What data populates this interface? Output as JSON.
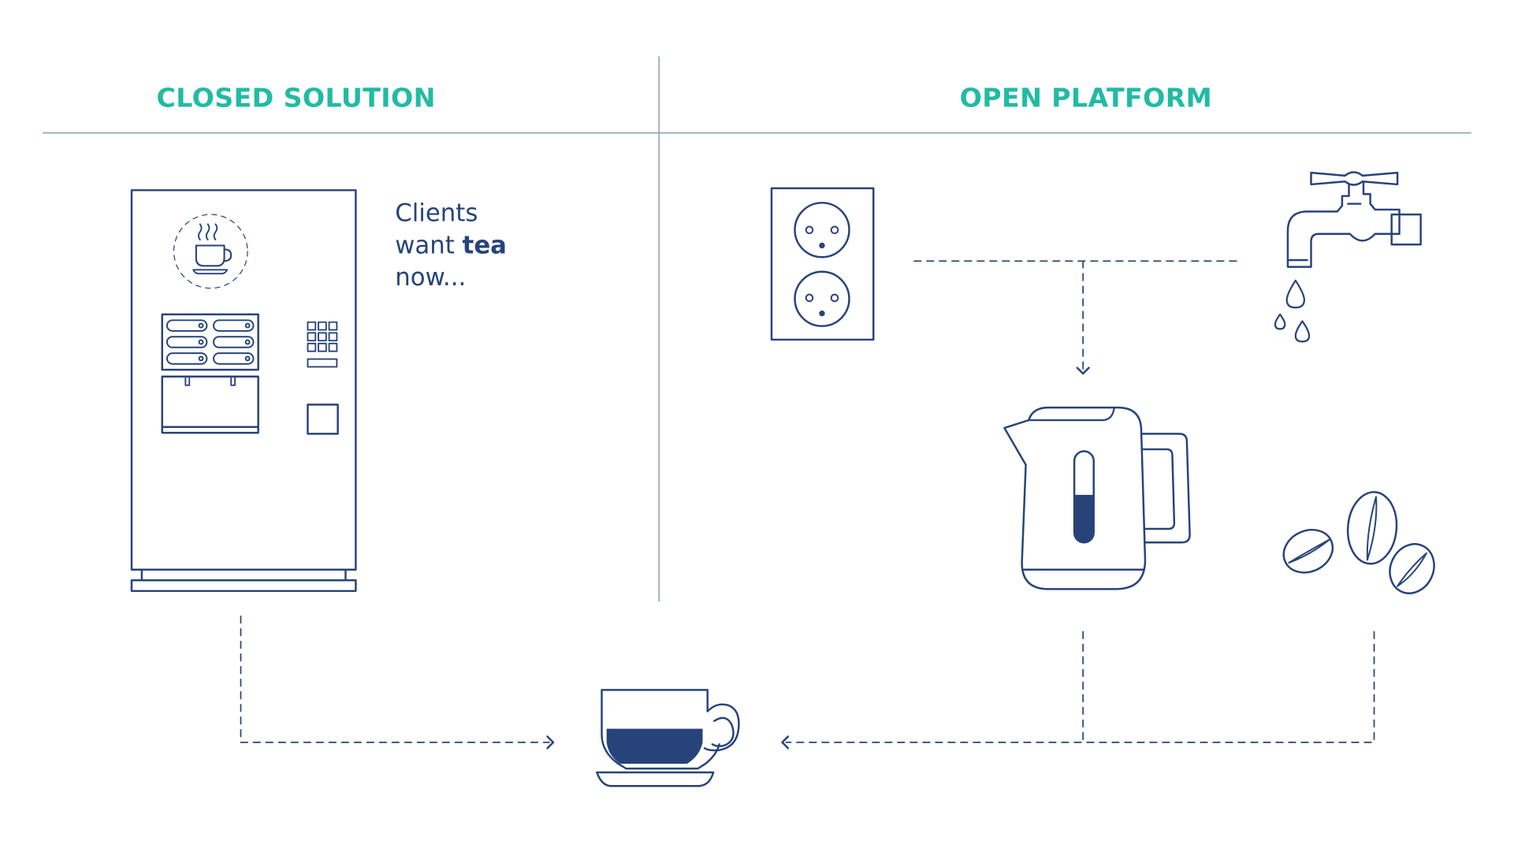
{
  "colors": {
    "accent": "#21bba3",
    "ink": "#27437a",
    "divider": "#8a9bb5",
    "background": "#ffffff"
  },
  "left_panel": {
    "title": "CLOSED SOLUTION",
    "caption": {
      "line1": "Clients",
      "line2_prefix": "want ",
      "line2_bold": "tea",
      "line3": "now..."
    },
    "items": [
      "vending-machine",
      "tea-cup-badge"
    ]
  },
  "right_panel": {
    "title": "OPEN PLATFORM",
    "items": [
      "power-socket",
      "water-tap",
      "electric-kettle",
      "coffee-beans"
    ]
  },
  "output": {
    "item": "coffee-cup"
  },
  "kettle": {
    "water_level_fraction": 0.55
  },
  "cup": {
    "fill_fraction": 0.45
  }
}
